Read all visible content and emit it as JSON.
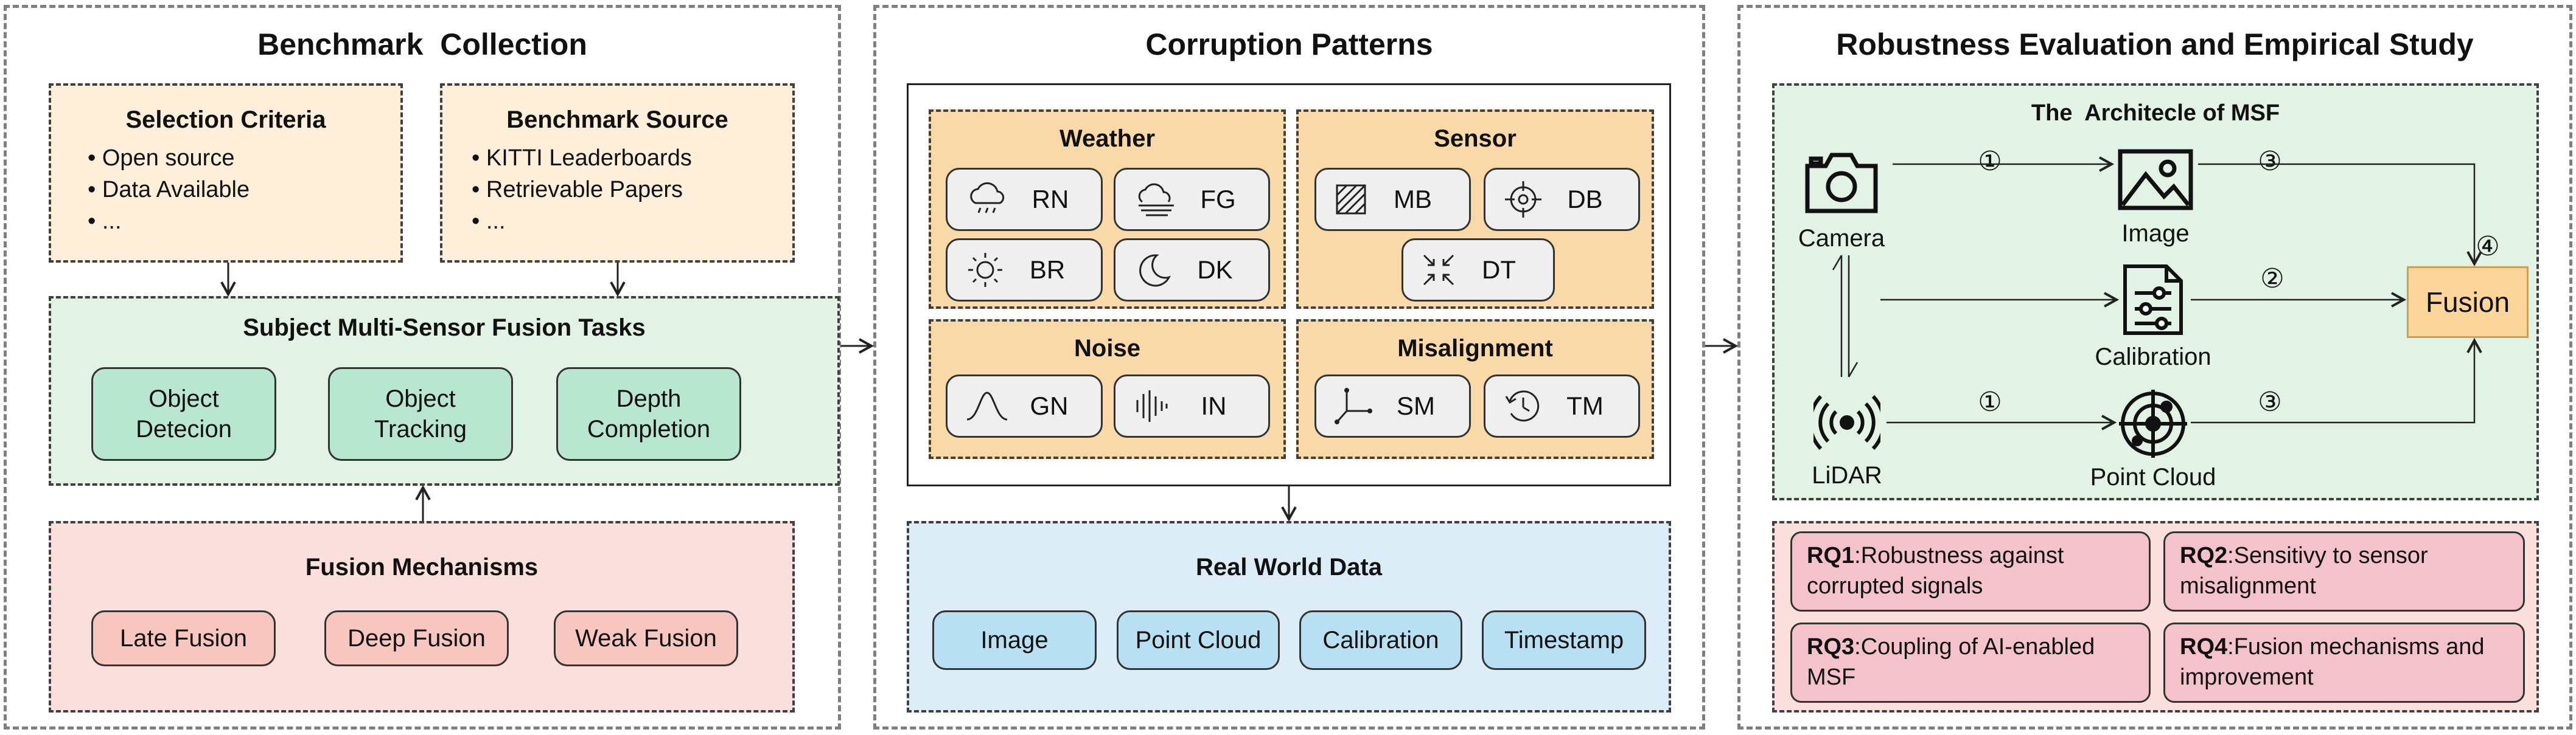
{
  "benchmark": {
    "title": "Benchmark  Collection",
    "criteria": {
      "title": "Selection Criteria",
      "items": [
        "Open source",
        "Data Available",
        "..."
      ]
    },
    "source": {
      "title": "Benchmark Source",
      "items": [
        "KITTI Leaderboards",
        "Retrievable Papers",
        "..."
      ]
    },
    "tasks": {
      "title": "Subject Multi-Sensor Fusion Tasks",
      "items": [
        [
          "Object",
          "Detecion"
        ],
        [
          "Object",
          "Tracking"
        ],
        [
          "Depth",
          "Completion"
        ]
      ]
    },
    "mechanisms": {
      "title": "Fusion Mechanisms",
      "items": [
        "Late Fusion",
        "Deep Fusion",
        "Weak Fusion"
      ]
    }
  },
  "corruption": {
    "title": "Corruption Patterns",
    "weather": {
      "title": "Weather",
      "items": [
        {
          "icon": "rain-cloud-icon",
          "label": "RN"
        },
        {
          "icon": "fog-icon",
          "label": "FG"
        },
        {
          "icon": "sun-icon",
          "label": "BR"
        },
        {
          "icon": "moon-icon",
          "label": "DK"
        }
      ]
    },
    "sensor": {
      "title": "Sensor",
      "items": [
        {
          "icon": "hatched-square-icon",
          "label": "MB"
        },
        {
          "icon": "crosshair-icon",
          "label": "DB"
        },
        {
          "icon": "shrink-arrows-icon",
          "label": "DT"
        }
      ]
    },
    "noise": {
      "title": "Noise",
      "items": [
        {
          "icon": "gaussian-curve-icon",
          "label": "GN"
        },
        {
          "icon": "impulse-bars-icon",
          "label": "IN"
        }
      ]
    },
    "misalignment": {
      "title": "Misalignment",
      "items": [
        {
          "icon": "axes-icon",
          "label": "SM"
        },
        {
          "icon": "clock-rotate-icon",
          "label": "TM"
        }
      ]
    },
    "real_world": {
      "title": "Real World Data",
      "items": [
        "Image",
        "Point Cloud",
        "Calibration",
        "Timestamp"
      ]
    }
  },
  "robustness": {
    "title": "Robustness Evaluation and Empirical Study",
    "arch": {
      "title": "The  Architecle of MSF",
      "camera": "Camera",
      "lidar": "LiDAR",
      "image": "Image",
      "calibration": "Calibration",
      "point_cloud": "Point Cloud",
      "fusion": "Fusion",
      "markers": {
        "one": "①",
        "two": "②",
        "three": "③",
        "four": "④"
      },
      "icons": [
        "camera-icon",
        "image-icon",
        "calibration-icon",
        "lidar-icon",
        "point-cloud-icon"
      ]
    },
    "rqs": [
      {
        "id": "RQ1",
        "text": ":Robustness against corrupted signals"
      },
      {
        "id": "RQ2",
        "text": ":Sensitivy to sensor misalignment"
      },
      {
        "id": "RQ3",
        "text": ":Coupling of AI-enabled MSF"
      },
      {
        "id": "RQ4",
        "text": ":Fusion mechanisms and improvement"
      }
    ]
  },
  "colors": {
    "peach": "#fdefd9",
    "green_bg": "#e2f2e4",
    "pink_bg": "#fadfdd",
    "blue_bg": "#dcedf7",
    "orange": "#fad9a8",
    "rq_pink": "#f4c2ca"
  }
}
